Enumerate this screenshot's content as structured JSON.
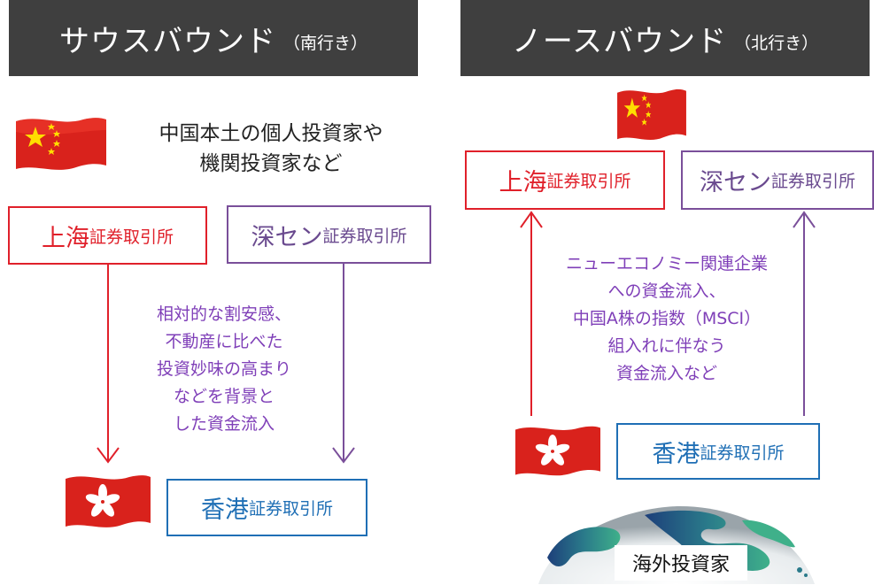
{
  "left": {
    "header": {
      "title": "サウスバウンド",
      "subtitle": "（南行き）"
    },
    "investor": {
      "line1": "中国本土の個人投資家や",
      "line2": "機関投資家など"
    },
    "shanghai": {
      "name": "上海",
      "suffix": "証券取引所"
    },
    "shenzhen": {
      "name": "深セン",
      "suffix": "証券取引所"
    },
    "hongkong": {
      "name": "香港",
      "suffix": "証券取引所"
    },
    "note": [
      "相対的な割安感、",
      "不動産に比べた",
      "投資妙味の高まり",
      "などを背景と",
      "した資金流入"
    ]
  },
  "right": {
    "header": {
      "title": "ノースバウンド",
      "subtitle": "（北行き）"
    },
    "shanghai": {
      "name": "上海",
      "suffix": "証券取引所"
    },
    "shenzhen": {
      "name": "深セン",
      "suffix": "証券取引所"
    },
    "hongkong": {
      "name": "香港",
      "suffix": "証券取引所"
    },
    "note": [
      "ニューエコノミー関連企業",
      "への資金流入、",
      "中国A株の指数（MSCI）",
      "組入れに伴なう",
      "資金流入など"
    ],
    "overseas_label": "海外投資家"
  },
  "colors": {
    "shanghai": "#e0202a",
    "shenzhen": "#7a4f9a",
    "hongkong": "#1f6fb5",
    "note": "#7f3fb8",
    "header": "#3f3f3f"
  },
  "icons": [
    "china-flag-icon",
    "hongkong-flag-icon",
    "globe-icon"
  ]
}
